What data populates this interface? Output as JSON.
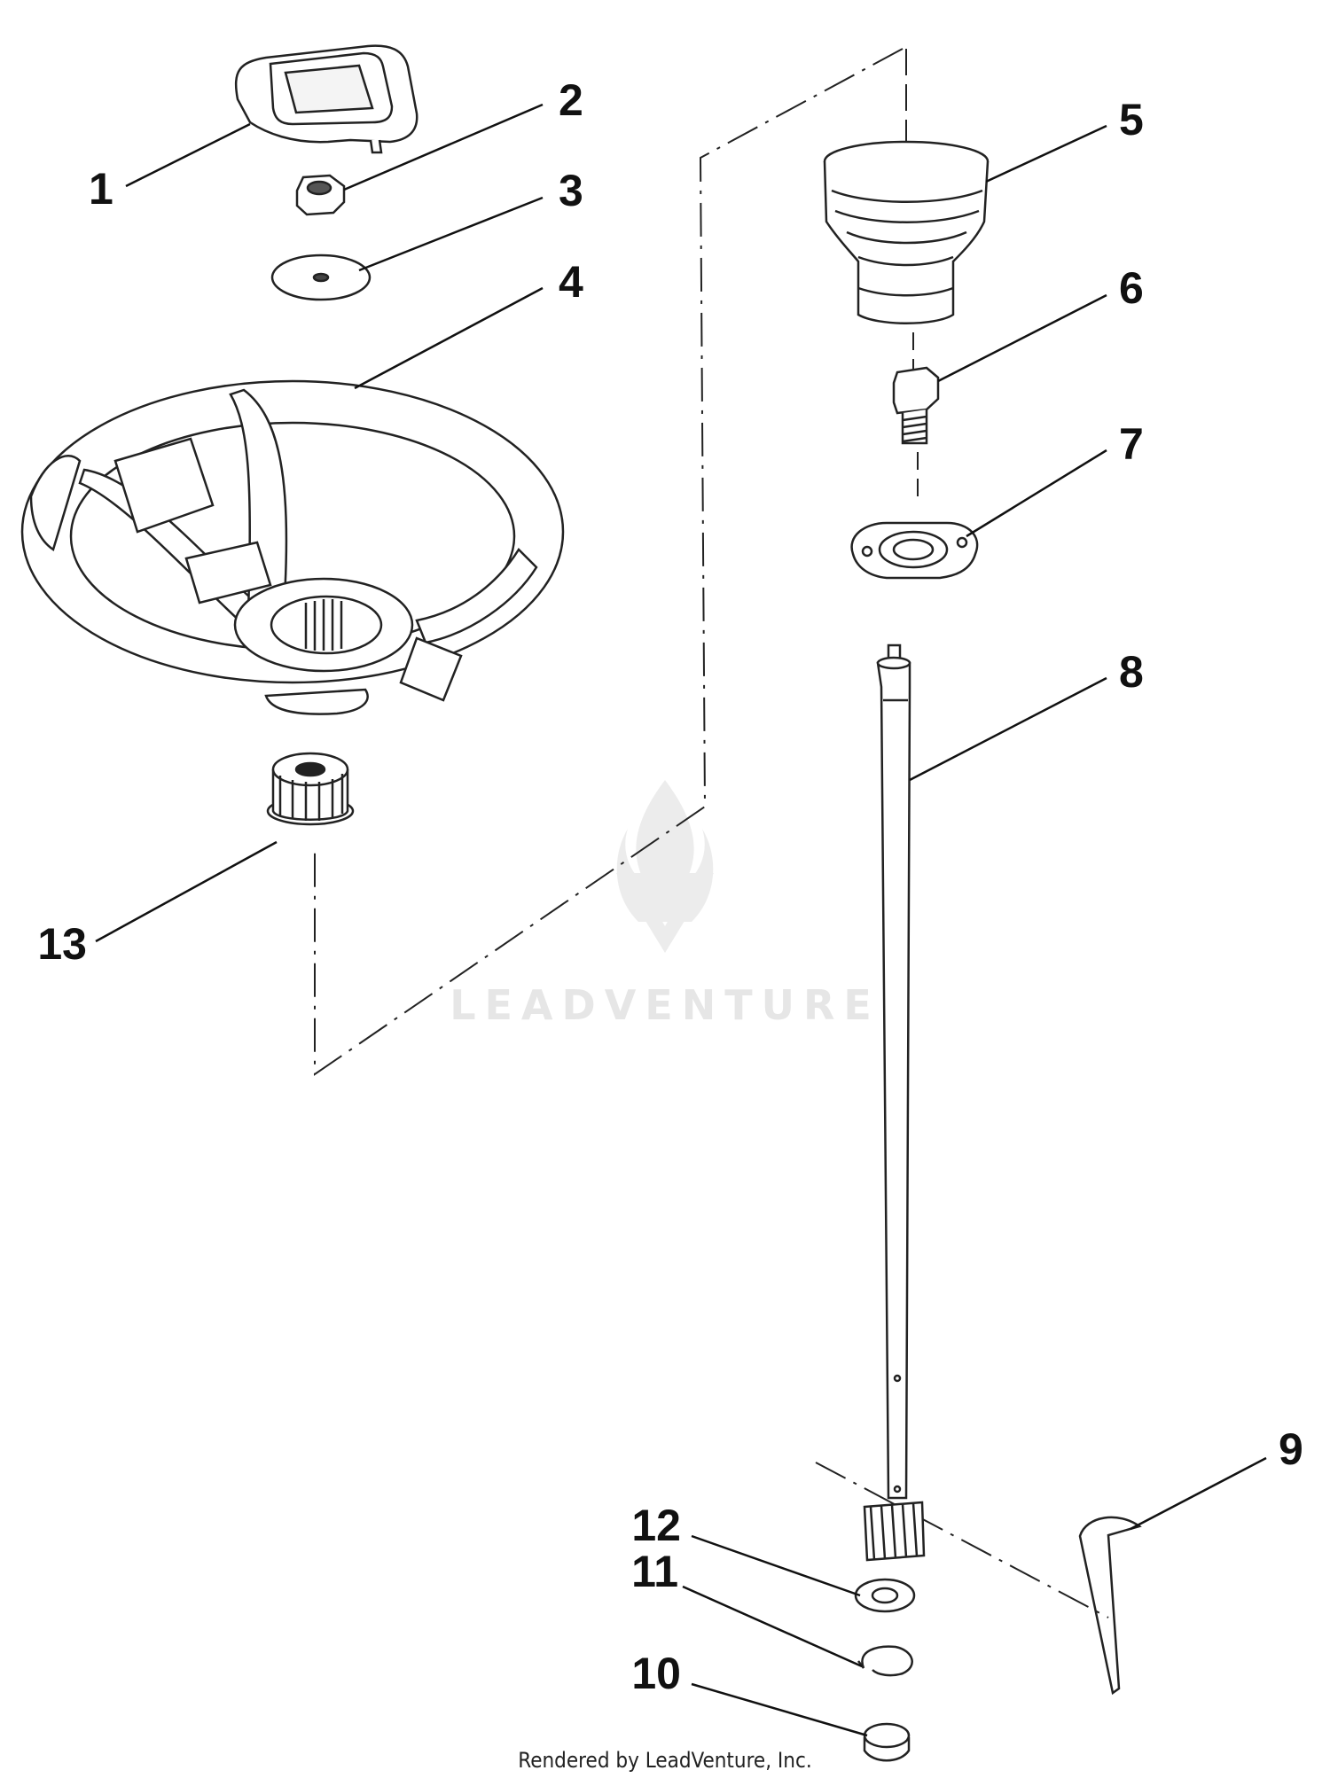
{
  "callouts": [
    {
      "num": "1",
      "part": "hub-cap"
    },
    {
      "num": "2",
      "part": "nut"
    },
    {
      "num": "3",
      "part": "washer"
    },
    {
      "num": "4",
      "part": "steering-wheel"
    },
    {
      "num": "5",
      "part": "bellows-boot"
    },
    {
      "num": "6",
      "part": "bolt"
    },
    {
      "num": "7",
      "part": "flange-bearing"
    },
    {
      "num": "8",
      "part": "steering-shaft"
    },
    {
      "num": "9",
      "part": "key"
    },
    {
      "num": "10",
      "part": "cap"
    },
    {
      "num": "11",
      "part": "retaining-ring"
    },
    {
      "num": "12",
      "part": "washer"
    },
    {
      "num": "13",
      "part": "spline-adapter"
    }
  ],
  "watermark": "LEADVENTURE",
  "footer": "Rendered by LeadVenture, Inc."
}
